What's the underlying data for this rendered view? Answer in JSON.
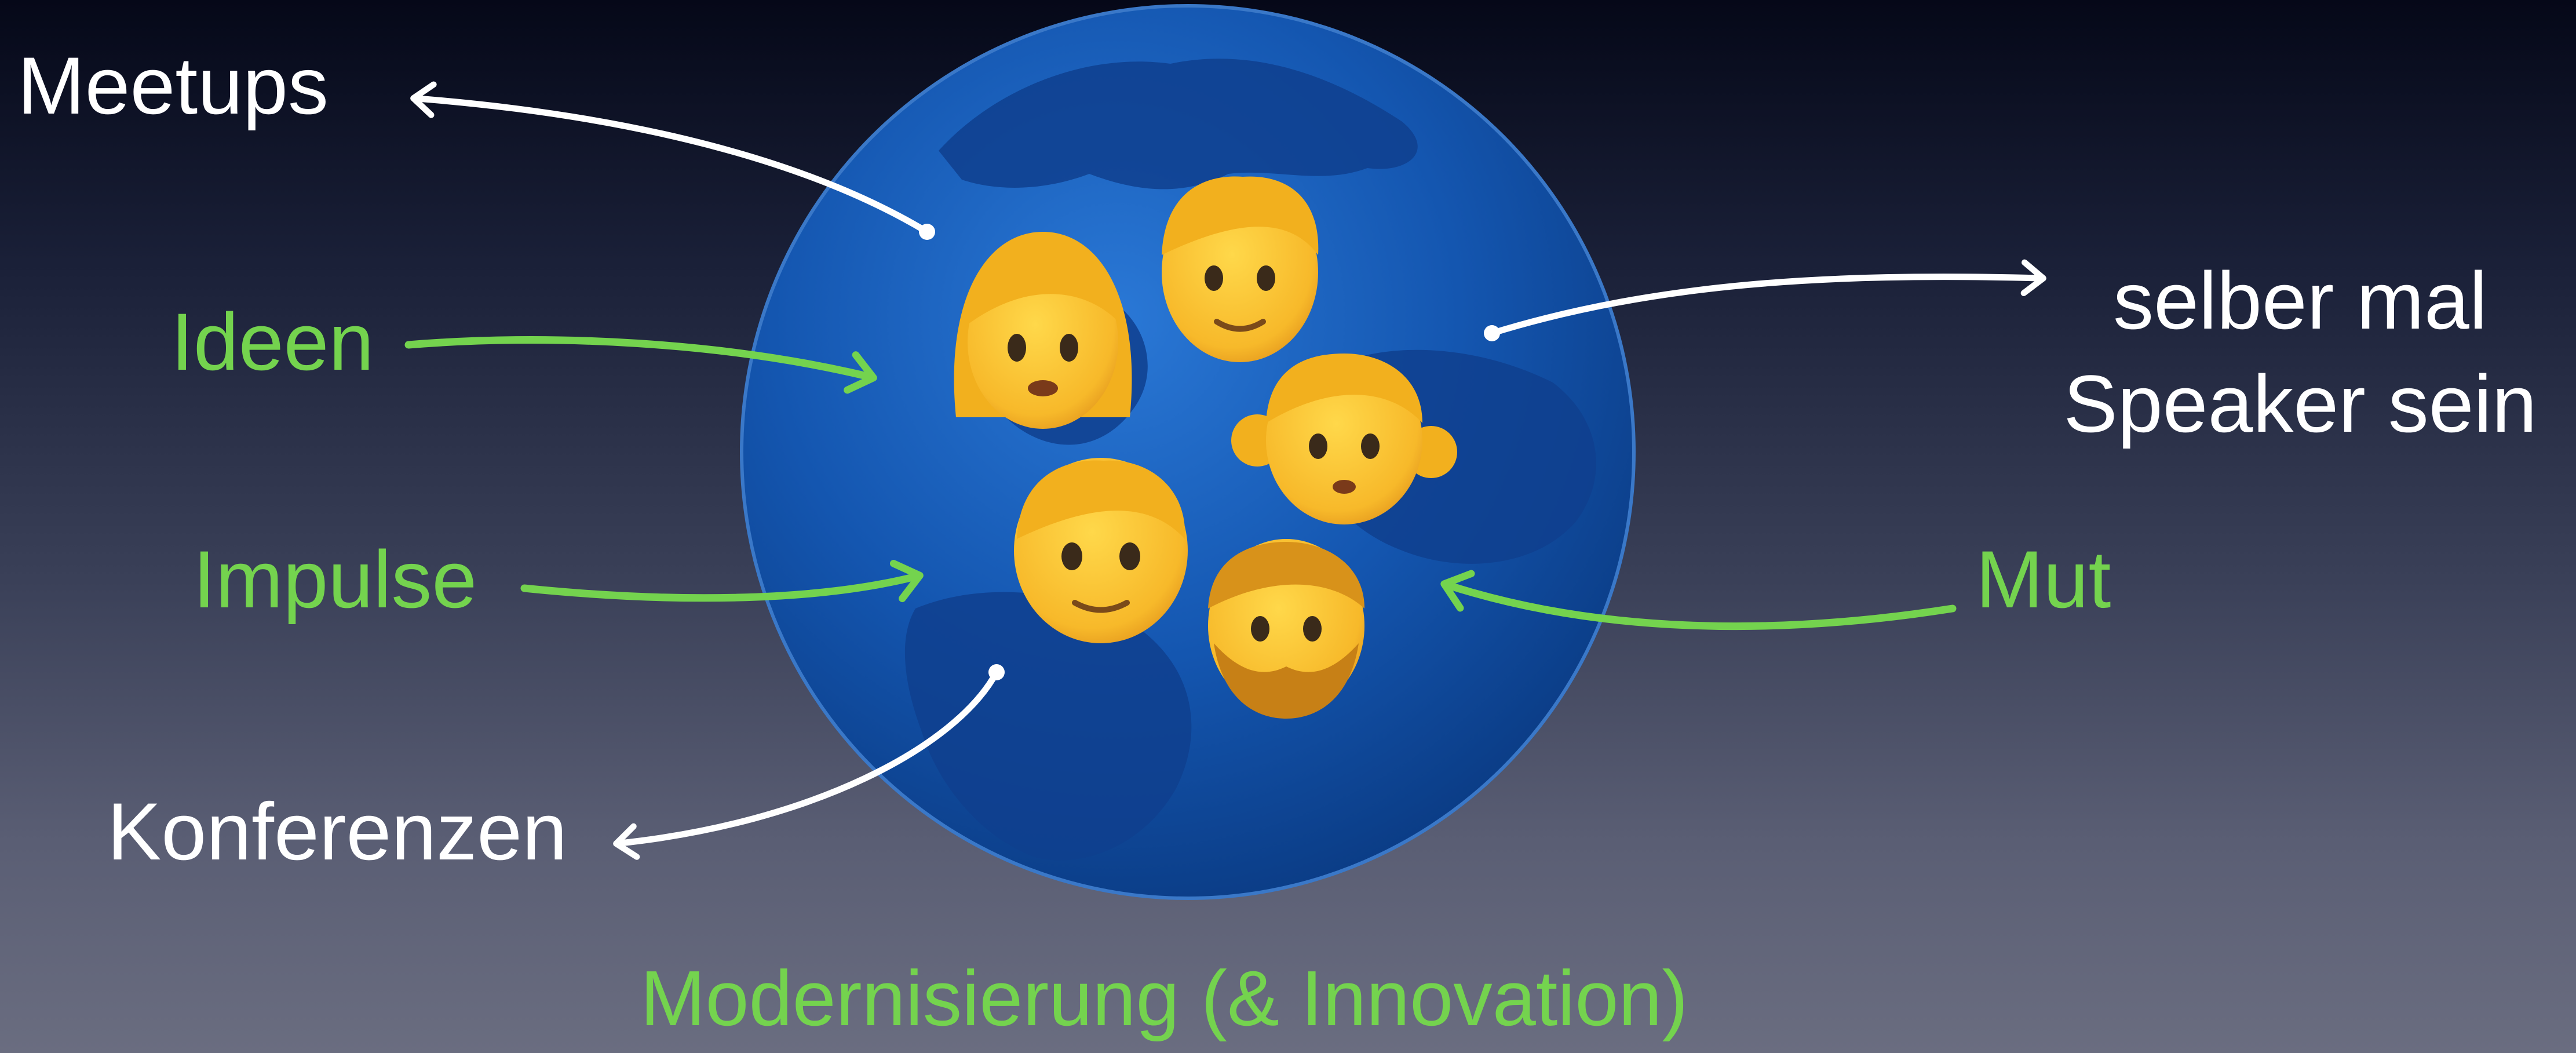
{
  "labels": {
    "meetups": "Meetups",
    "ideen": "Ideen",
    "impulse": "Impulse",
    "konferenzen": "Konferenzen",
    "speaker_line1": "selber mal",
    "speaker_line2": "Speaker sein",
    "mut": "Mut",
    "bottom": "Modernisierung (& Innovation)"
  },
  "colors": {
    "white_text": "#ffffff",
    "green_text": "#74d34e",
    "globe_ocean": "#1456b0",
    "land": "#0f3f8e",
    "emoji_face": "#ffcc3e"
  },
  "icons": {
    "globe": "globe-icon",
    "faces": [
      "woman-face-icon",
      "man-face-icon",
      "girl-face-icon",
      "boy-face-icon",
      "bearded-person-face-icon"
    ]
  }
}
